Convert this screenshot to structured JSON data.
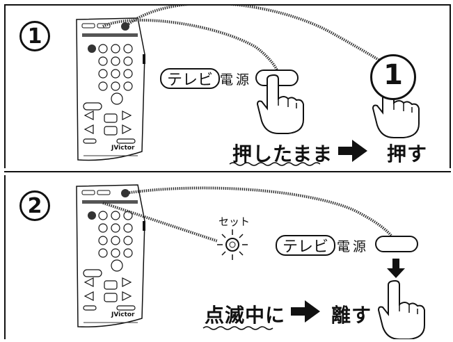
{
  "step1": {
    "number": "1",
    "tv_label": "テレビ",
    "power_label": "電源",
    "big_key": "1",
    "hold_caption": "押したまま",
    "press_caption": "押す",
    "remote_brand": "JVictor"
  },
  "step2": {
    "number": "2",
    "tv_label": "テレビ",
    "power_label": "電源",
    "set_label": "セット",
    "blink_caption": "点滅中に",
    "release_caption": "離す",
    "remote_brand": "JVictor"
  },
  "icons": {
    "arrow": "right-arrow-icon",
    "down_arrow": "down-arrow-icon",
    "hand": "pressing-hand-icon",
    "led": "blinking-led-icon",
    "remote": "remote-control-icon"
  }
}
